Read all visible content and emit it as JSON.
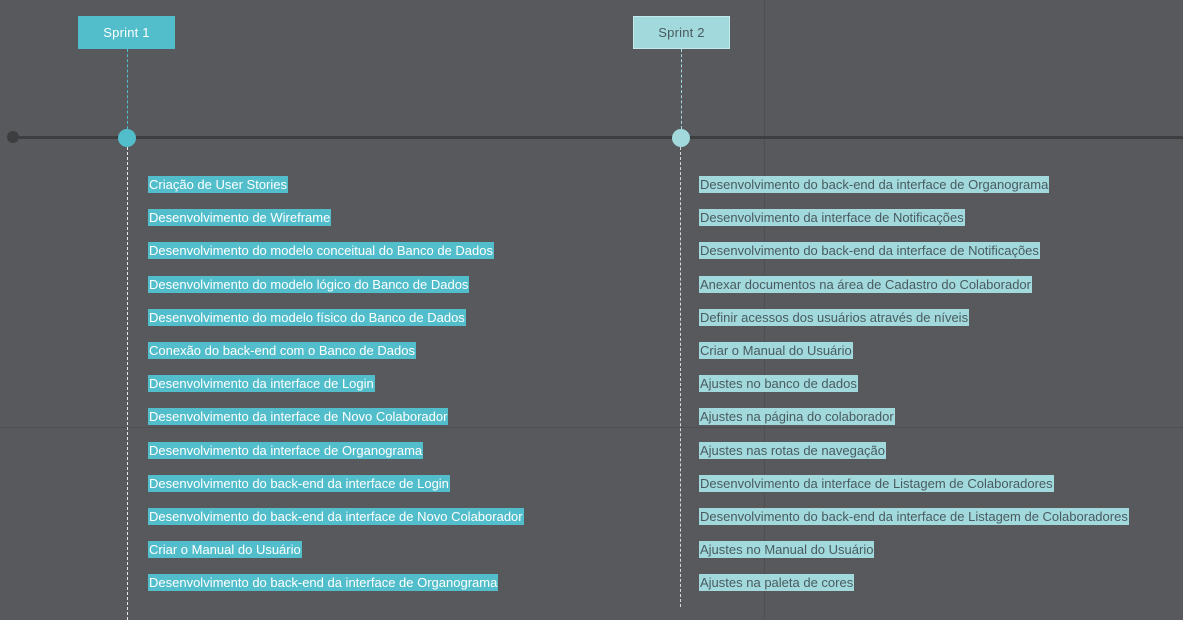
{
  "sprints": [
    {
      "label": "Sprint 1",
      "tasks": [
        "Criação de User Stories",
        "Desenvolvimento de Wireframe",
        "Desenvolvimento do modelo conceitual do Banco de Dados",
        "Desenvolvimento do modelo lógico do Banco de Dados",
        "Desenvolvimento do modelo físico do Banco de Dados",
        "Conexão do back-end com o Banco de Dados",
        "Desenvolvimento da interface de Login",
        "Desenvolvimento da interface de Novo Colaborador",
        "Desenvolvimento da interface de Organograma",
        "Desenvolvimento do back-end da interface de Login",
        "Desenvolvimento do back-end da interface de Novo Colaborador",
        "Criar o Manual do Usuário",
        "Desenvolvimento do back-end da interface de Organograma"
      ]
    },
    {
      "label": "Sprint 2",
      "tasks": [
        "Desenvolvimento do back-end da interface de Organograma",
        "Desenvolvimento da interface de Notificações",
        "Desenvolvimento do back-end da interface de Notificações",
        "Anexar documentos na área de Cadastro do Colaborador",
        "Definir acessos dos usuários através de níveis",
        "Criar o Manual do Usuário",
        "Ajustes no banco de dados",
        "Ajustes na página do colaborador",
        "Ajustes nas rotas de navegação",
        "Desenvolvimento da interface de Listagem de Colaboradores",
        "Desenvolvimento do back-end da interface de Listagem de Colaboradores",
        "Ajustes no Manual do Usuário",
        "Ajustes na paleta de cores"
      ]
    }
  ],
  "colors": {
    "background": "#58595c",
    "sprint1_accent": "#52bdcb",
    "sprint2_accent": "#a1d9dd",
    "axis": "#3d3e40"
  }
}
